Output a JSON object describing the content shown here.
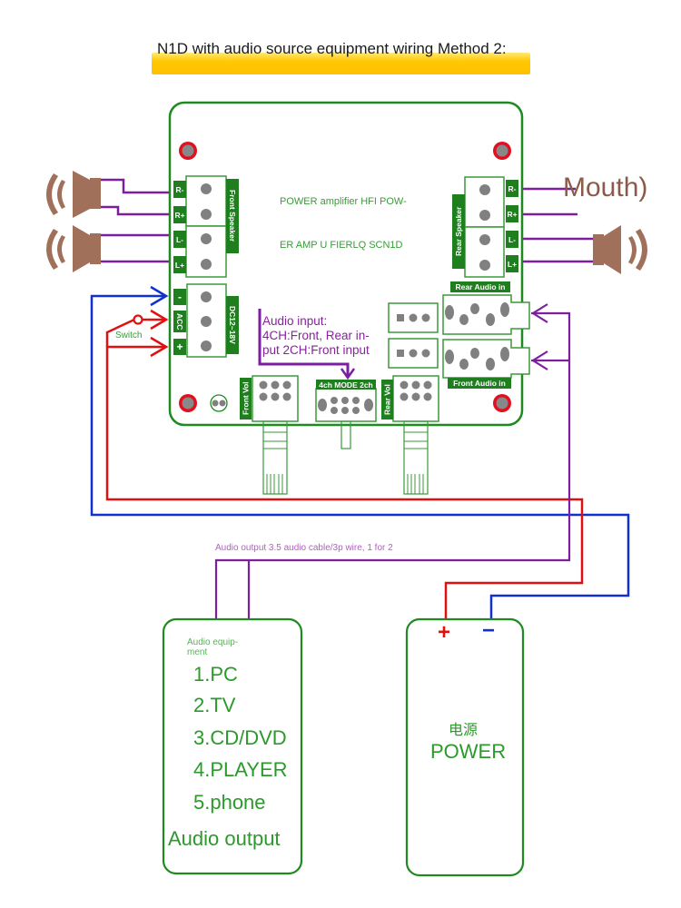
{
  "title": "N1D with audio source equipment wiring Method 2:",
  "board": {
    "label_line1": "POWER amplifier HFI POW-",
    "label_line2": "ER AMP U FIERLQ SCN1D",
    "front_speaker": {
      "label": "Front Speaker",
      "pins": [
        "R-",
        "R+",
        "L-",
        "L+"
      ]
    },
    "rear_speaker": {
      "label": "Rear Speaker",
      "pins": [
        "R-",
        "R+",
        "L-",
        "L+"
      ]
    },
    "power_terminal": {
      "label": "DC12~18V",
      "pins": [
        "-",
        "ACC",
        "+"
      ]
    },
    "rear_audio_in": "Rear Audio in",
    "front_audio_in": "Front Audio in",
    "front_vol": "Front Vol",
    "rear_vol": "Rear Vol",
    "mode_switch": "4ch MODE 2ch"
  },
  "annotations": {
    "audio_input": [
      "Audio input:",
      "4CH:Front, Rear in-",
      "put 2CH:Front input"
    ],
    "switch": "Switch",
    "cable": "Audio output 3.5 audio cable/3p wire, 1 for 2",
    "mouth": "Mouth)"
  },
  "audio_equipment": {
    "heading": "Audio equip- ment",
    "items": [
      "1.PC",
      "2.TV",
      "3.CD/DVD",
      "4.PLAYER",
      "5.phone"
    ],
    "footer": "Audio output"
  },
  "power_supply": {
    "label_cn": "电源",
    "label_en": "POWER",
    "positive": "+",
    "negative": "−"
  },
  "colors": {
    "board_green": "#1f8a1f",
    "wire_purple": "#7b1fa0",
    "wire_red": "#e01010",
    "wire_blue": "#1030d0",
    "speaker_brown": "#a0705a",
    "highlight_yellow": "#ffc000"
  }
}
